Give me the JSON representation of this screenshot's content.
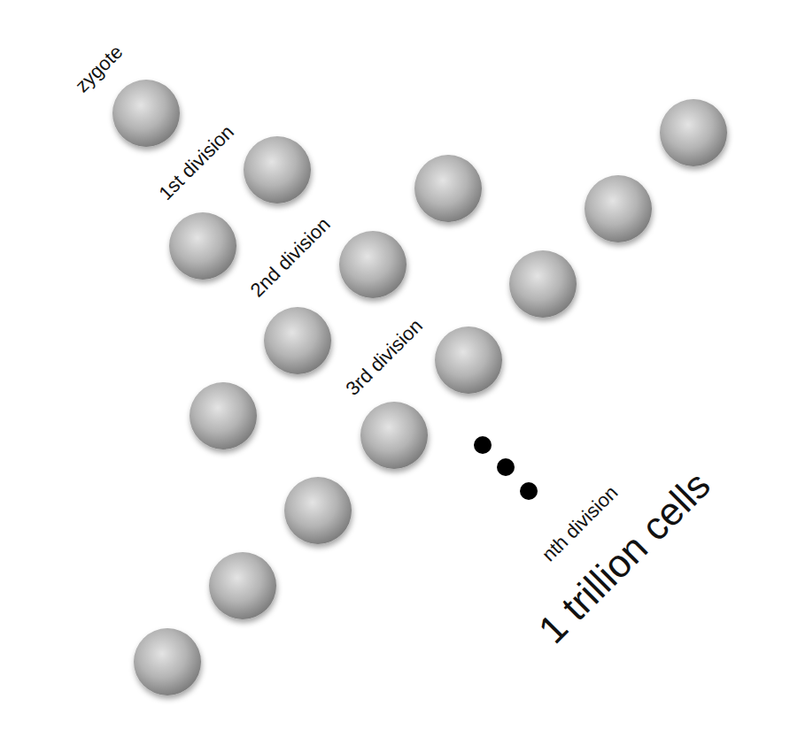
{
  "diagram": {
    "labels": [
      "zygote",
      "1st division",
      "2nd division",
      "3rd division",
      "nth division",
      "1 trillion cells"
    ]
  }
}
